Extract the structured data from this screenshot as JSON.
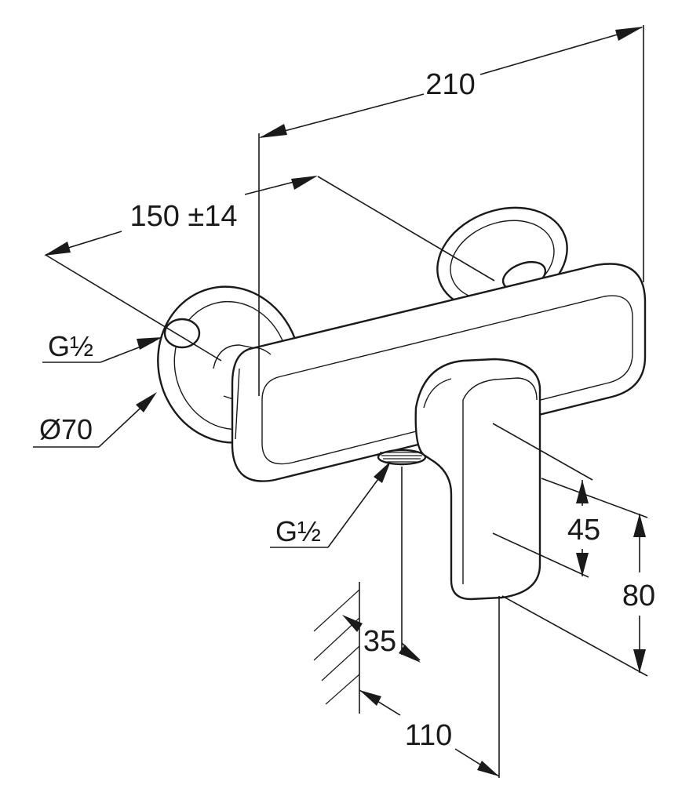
{
  "dimensions": {
    "overall_width": "210",
    "inlet_spacing": "150 ±14",
    "depth_total": "110",
    "wall_offset": "35",
    "lever_height": "45",
    "total_height": "80"
  },
  "labels": {
    "inlet_thread": "G½",
    "flange_diameter": "Ø70",
    "outlet_thread": "G½"
  },
  "colors": {
    "line": "#1a1a1a",
    "background": "#ffffff"
  }
}
